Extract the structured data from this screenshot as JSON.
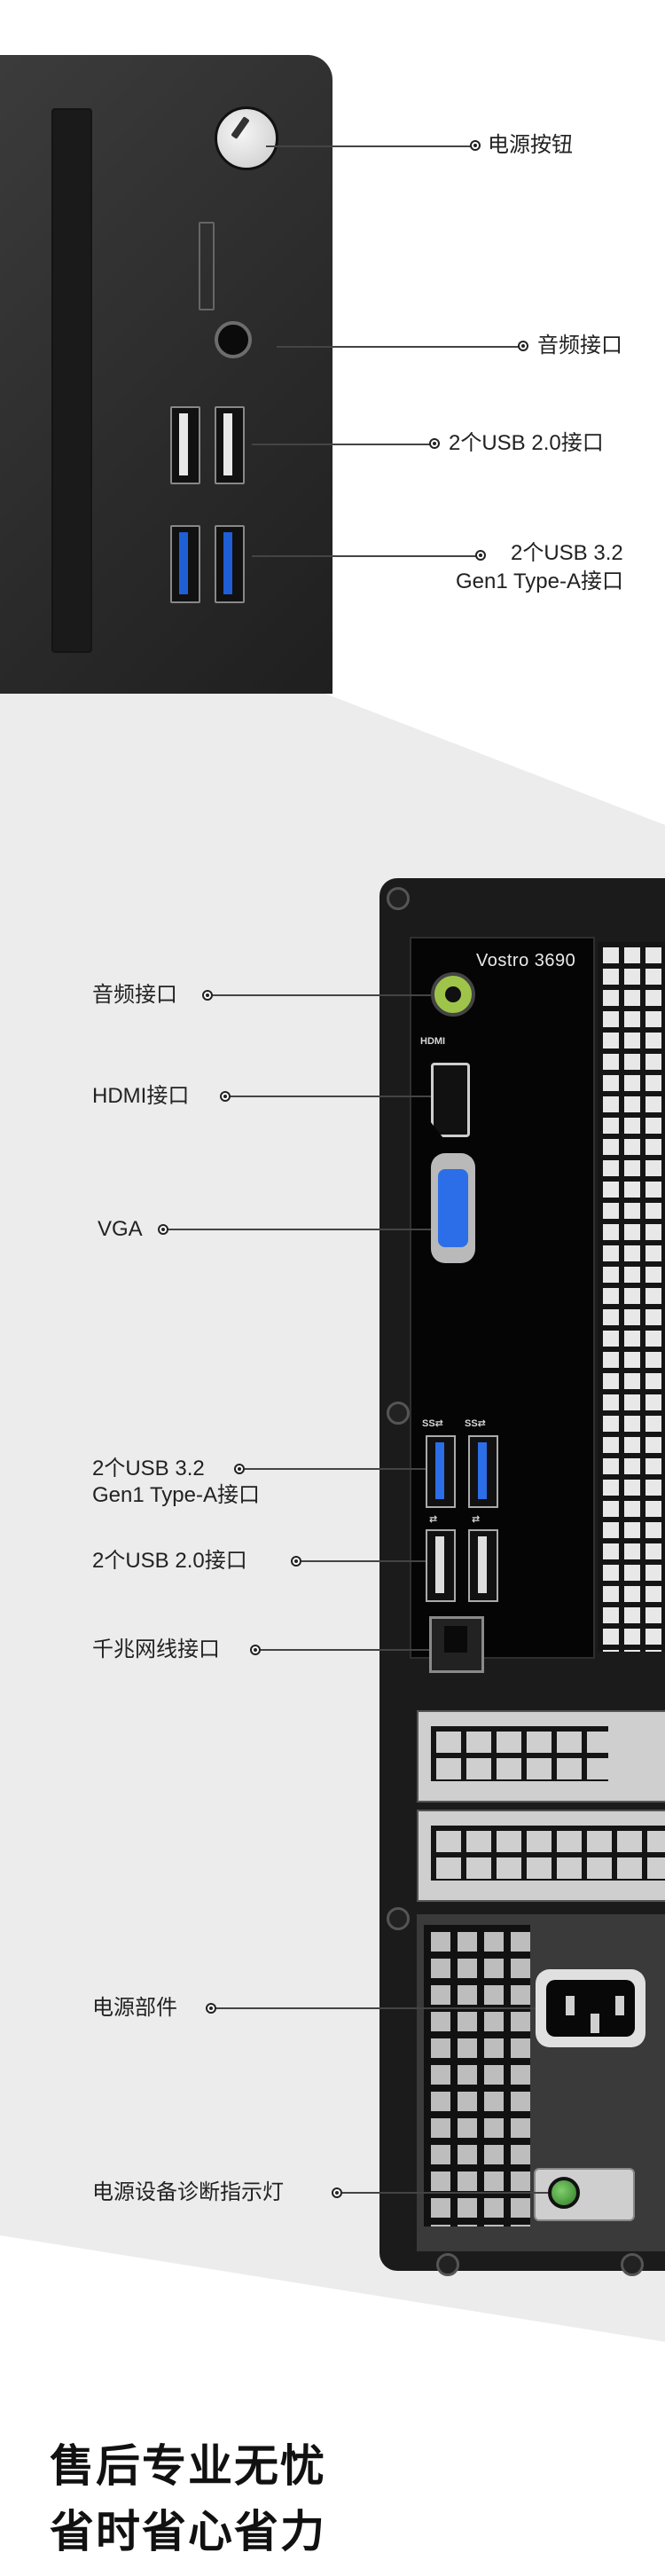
{
  "front_callouts": {
    "power_button": "电源按钮",
    "audio": "音频接口",
    "usb20": "2个USB 2.0接口",
    "usb32_line1": "2个USB 3.2",
    "usb32_line2": "Gen1 Type-A接口"
  },
  "rear_model": "Vostro 3690",
  "rear_callouts": {
    "audio": "音频接口",
    "hdmi": "HDMI接口",
    "vga": "VGA",
    "usb32_line1": "2个USB 3.2",
    "usb32_line2": "Gen1 Type-A接口",
    "usb20": "2个USB 2.0接口",
    "ethernet": "千兆网线接口",
    "psu": "电源部件",
    "psu_led": "电源设备诊断指示灯"
  },
  "port_labels": {
    "hdmi_tag": "HDMI",
    "ss_tag": "SS⇄",
    "usb_tag": "⇄"
  },
  "slogan": {
    "line1": "售后专业无忧",
    "line2": "省时省心省力"
  },
  "colors": {
    "usb3_blue": "#2c6ee8",
    "audio_green": "#9ec54a",
    "led_green": "#4fa83d"
  }
}
